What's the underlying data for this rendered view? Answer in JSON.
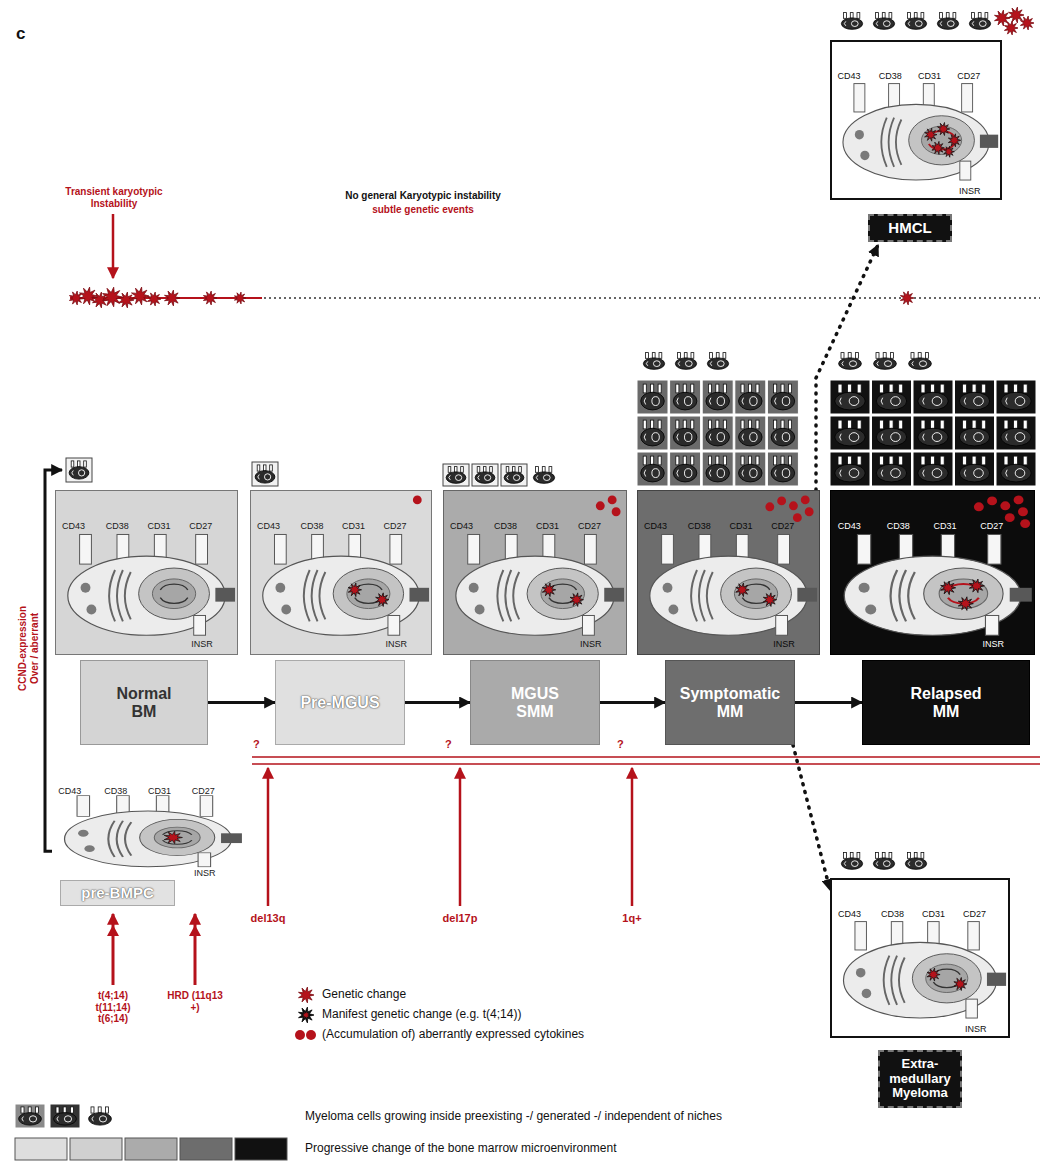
{
  "diagram": {
    "nodes": [
      {
        "text": [
          "CD43",
          "CD38",
          "CD31",
          "CD27",
          "INSR"
        ]
      },
      {
        "text": [
          "HMCL"
        ]
      },
      {
        "text": [
          "CD43",
          "CD38",
          "CD31",
          "CD27",
          "INSR"
        ]
      },
      {
        "text": [
          "CD43",
          "CD38",
          "CD31",
          "CD27",
          "INSR"
        ]
      },
      {
        "text": [
          "CD43",
          "CD38",
          "CD31",
          "CD27",
          "INSR"
        ]
      },
      {
        "text": [
          "CD43",
          "CD38",
          "CD31",
          "CD27",
          "INSR"
        ]
      },
      {
        "text": [
          "CD43",
          "CD38",
          "CD31",
          "CD27",
          "INSR"
        ]
      },
      {
        "text": [
          "Normal BM"
        ]
      },
      {
        "text": [
          "Pre-MGUS"
        ]
      },
      {
        "text": [
          "MGUS SMM"
        ]
      },
      {
        "text": [
          "Symptomatic MM"
        ]
      },
      {
        "text": [
          "Relapsed MM"
        ]
      },
      {
        "text": [
          "CD43",
          "CD38",
          "CD31",
          "CD27",
          "INSR"
        ]
      },
      {
        "text": [
          "pre-BMPC"
        ]
      },
      {
        "text": [
          "CD43",
          "CD38",
          "CD31",
          "CD27",
          "INSR"
        ]
      },
      {
        "text": [
          "Extra-medullary Myeloma"
        ]
      }
    ],
    "edges": [
      {
        "from": 7,
        "to": 8,
        "arrow": "to"
      },
      {
        "from": 8,
        "to": 9,
        "arrow": "to"
      },
      {
        "from": 9,
        "to": 10,
        "arrow": "to"
      },
      {
        "from": 10,
        "to": 11,
        "arrow": "to"
      },
      {
        "from": 12,
        "to": 2,
        "arrow": "to"
      },
      {
        "from": 5,
        "to": 1,
        "arrow": "to"
      },
      {
        "from": 10,
        "to": 14,
        "arrow": "to"
      }
    ],
    "labels": [
      "c",
      "Transient karyotypic Instability",
      "No general Karyotypic instability",
      "subtle genetic events",
      "CCND-expression Over / aberrant",
      "?",
      "?",
      "?",
      "del13q",
      "del17p",
      "1q+",
      "t(4;14) t(11;14) t(6;14)",
      "HRD (11q13 +)"
    ],
    "legend": [
      {
        "text": "Genetic change"
      },
      {
        "text": "Manifest genetic change (e.g. t(4;14))"
      },
      {
        "text": "(Accumulation of) aberrantly expressed cytokines"
      },
      {
        "text": "Myeloma cells growing inside preexisting -/ generated -/ independent of niches"
      },
      {
        "text": "Progressive change of the bone marrow microenvironment"
      }
    ]
  }
}
